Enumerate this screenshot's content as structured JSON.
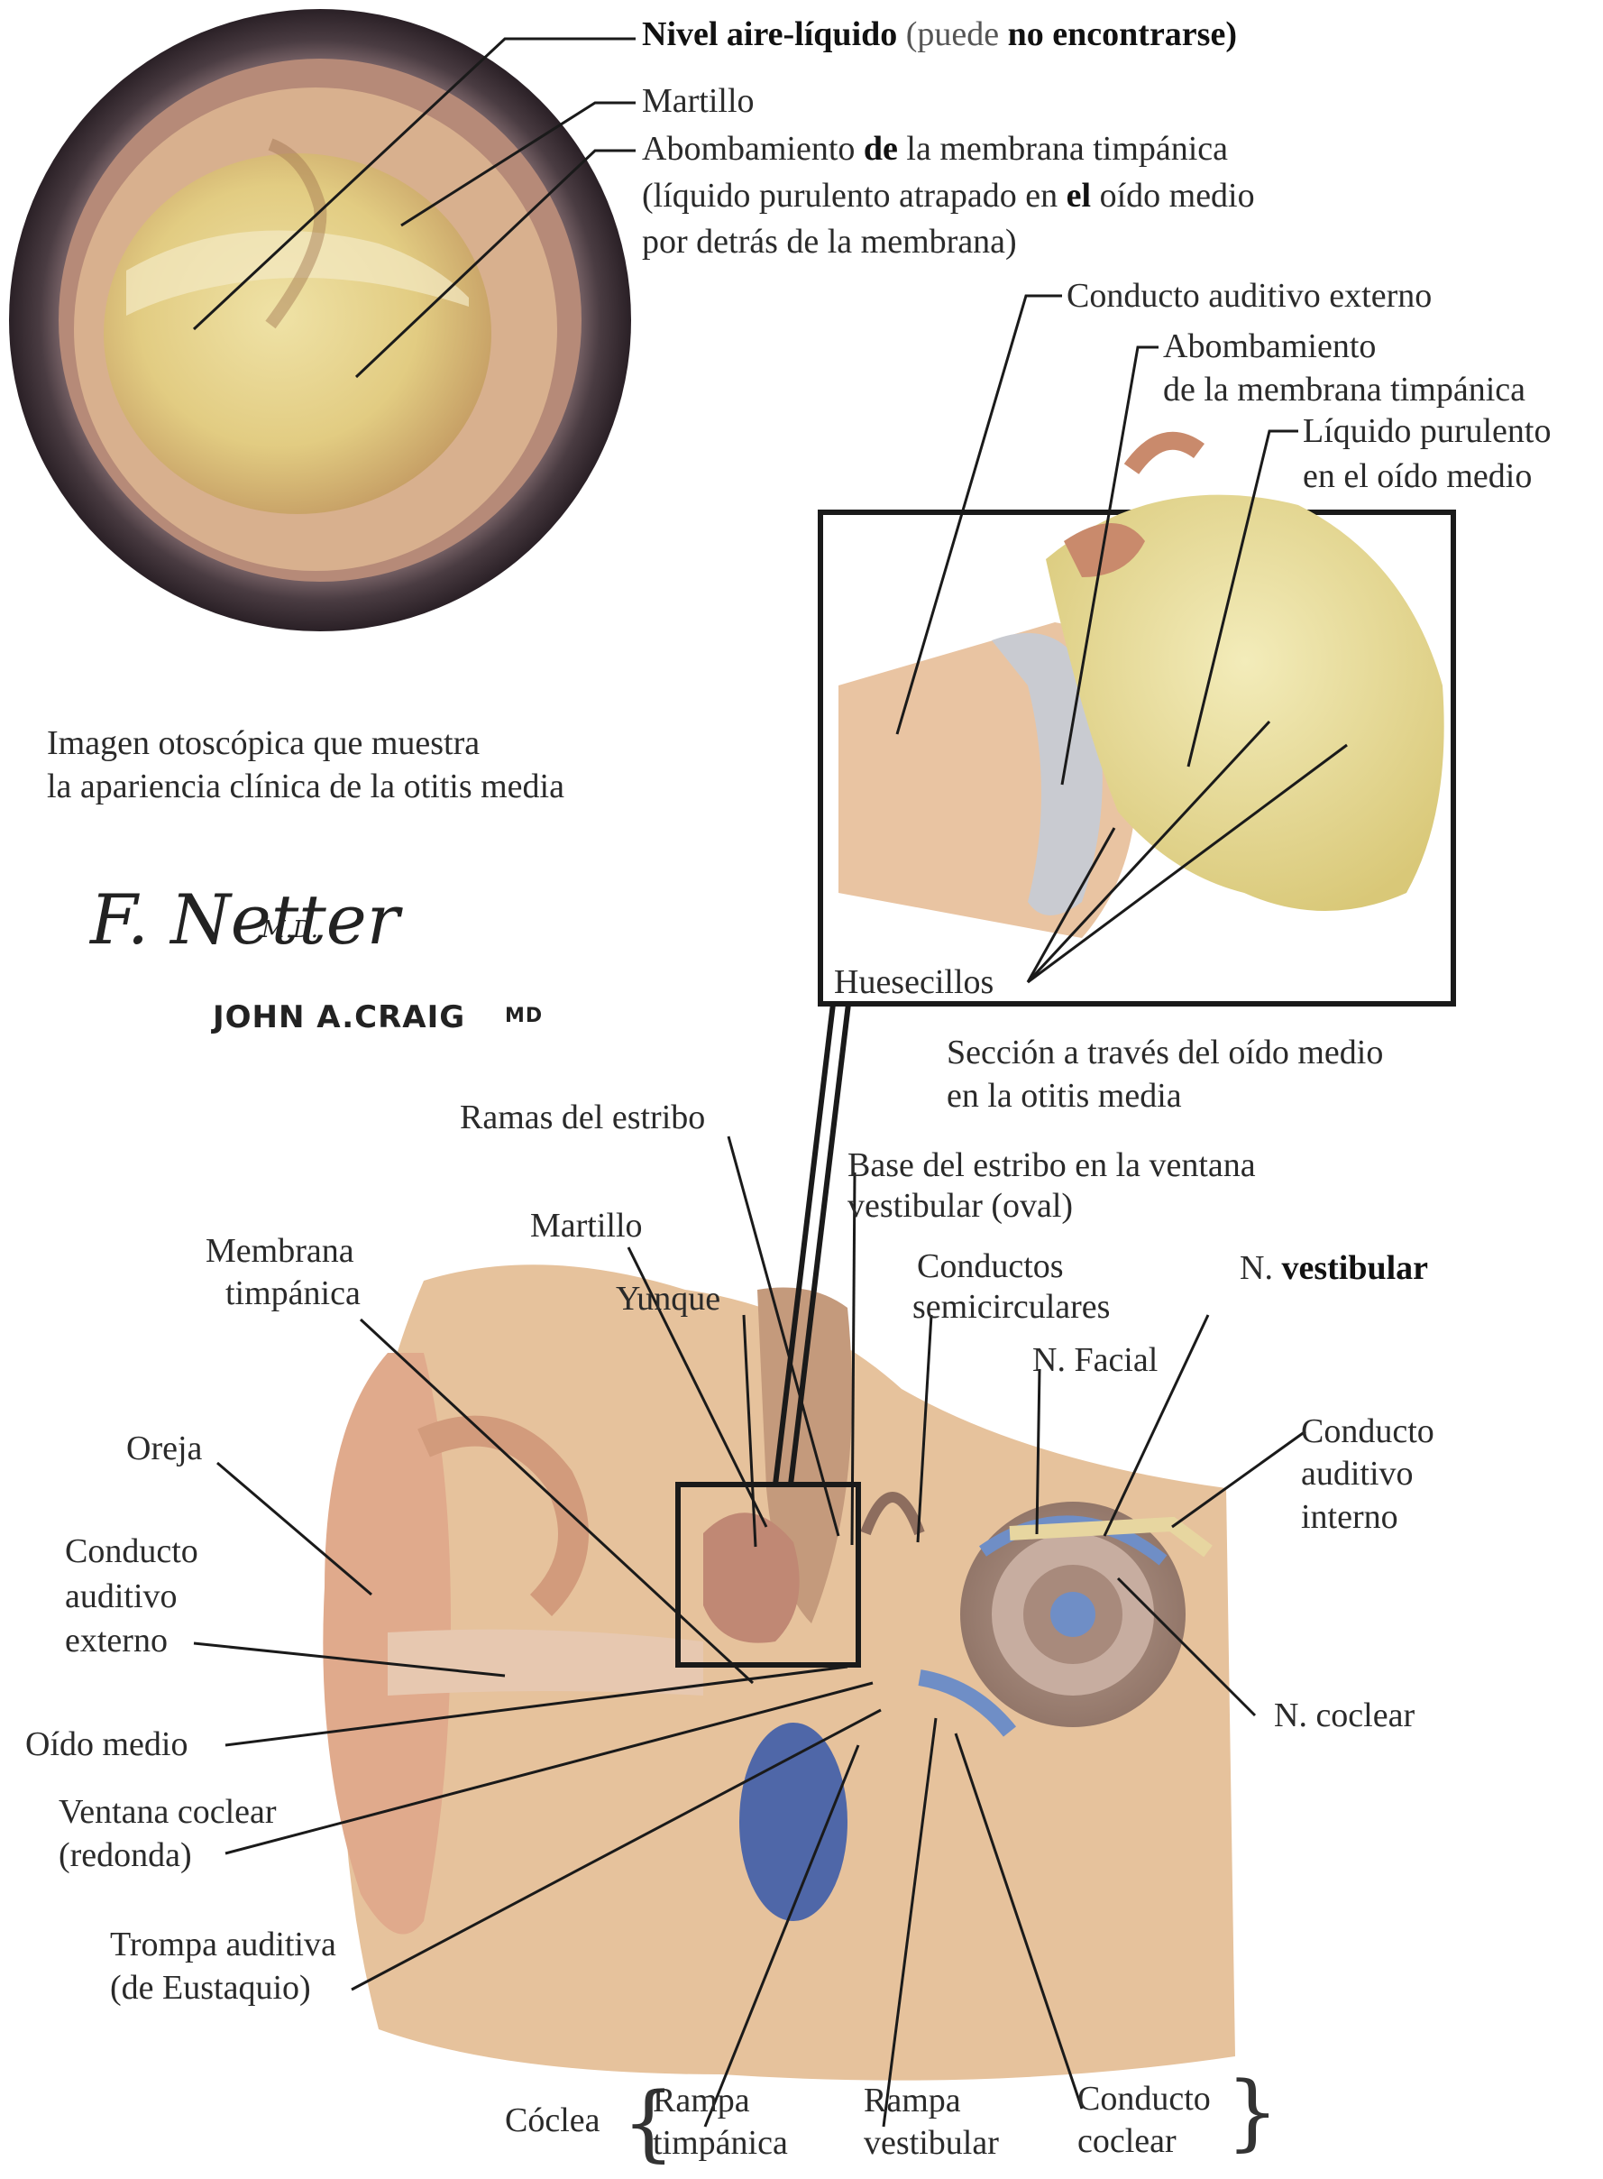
{
  "otoscope": {
    "labels": {
      "air_fluid_a": "Nivel aire-líquido",
      "air_fluid_b": "(puede",
      "air_fluid_c": "no encontrarse)",
      "malleus": "Martillo",
      "bulge_1a": "Abombamiento",
      "bulge_1b": "de",
      "bulge_1c": "la membrana timpánica",
      "bulge_2a": "(líquido purulento atrapado en",
      "bulge_2b": "el",
      "bulge_2c": "oído medio",
      "bulge_3": "por detrás de la membrana)"
    },
    "caption_1": "Imagen otoscópica que muestra",
    "caption_2": "la apariencia clínica de la otitis media"
  },
  "section": {
    "labels": {
      "external_canal": "Conducto auditivo externo",
      "bulge_1": "Abombamiento",
      "bulge_2": "de la membrana timpánica",
      "fluid_1": "Líquido purulento",
      "fluid_2": "en el oído medio",
      "ossicles": "Huesecillos"
    },
    "caption_1": "Sección a través del oído medio",
    "caption_2": "en la otitis media"
  },
  "signature": {
    "netter": "F. Netter",
    "md": "M.D.",
    "craig": "JOHN A.CRAIG",
    "craig_md": "MD"
  },
  "ear": {
    "labels": {
      "stapes_crura": "Ramas del estribo",
      "stapes_base_1": "Base del estribo en la ventana",
      "stapes_base_2": "vestibular (oval)",
      "malleus": "Martillo",
      "tympanic_1": "Membrana",
      "tympanic_2": "timpánica",
      "incus": "Yunque",
      "semicircular_1": "Conductos",
      "semicircular_2": "semicirculares",
      "vestibular_n_a": "N.",
      "vestibular_n_b": "vestibular",
      "facial_n": "N. Facial",
      "auricle": "Oreja",
      "internal_canal_1": "Conducto",
      "internal_canal_2": "auditivo",
      "internal_canal_3": "interno",
      "external_canal_1": "Conducto",
      "external_canal_2": "auditivo",
      "external_canal_3": "externo",
      "middle_ear": "Oído medio",
      "cochlear_n": "N. coclear",
      "round_window_1": "Ventana coclear",
      "round_window_2": "(redonda)",
      "eustachian_1": "Trompa auditiva",
      "eustachian_2": "(de Eustaquio)",
      "cochlea": "Cóclea",
      "scala_tympani_1": "Rampa",
      "scala_tympani_2": "timpánica",
      "scala_vestibuli_1": "Rampa",
      "scala_vestibuli_2": "vestibular",
      "cochlear_duct_1": "Conducto",
      "cochlear_duct_2": "coclear"
    }
  }
}
